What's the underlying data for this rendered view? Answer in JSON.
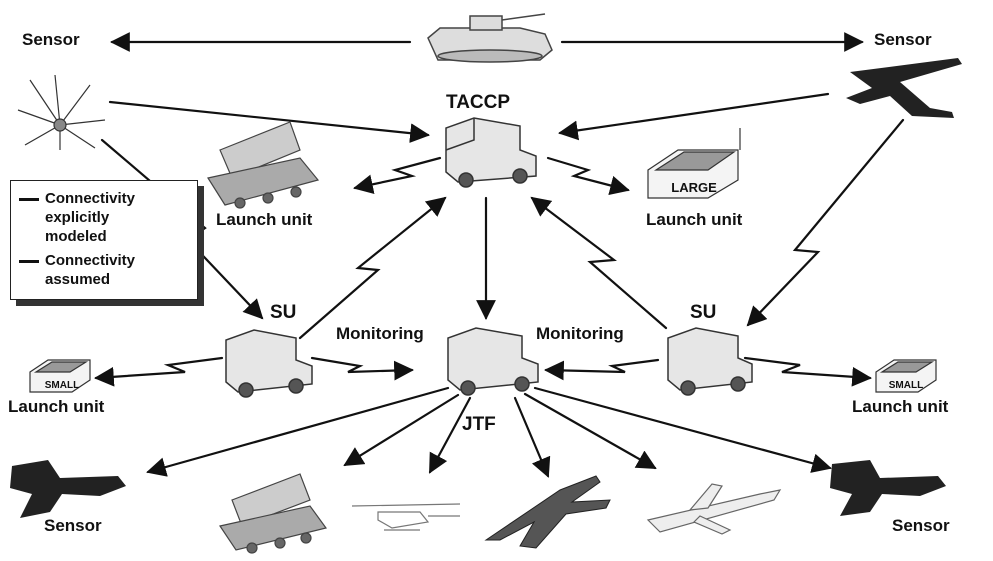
{
  "nodes": {
    "sensor_top_left": "Sensor",
    "sensor_top_right": "Sensor",
    "taccp": "TACCP",
    "launch_unit_left": "Launch unit",
    "launch_unit_right": "Launch unit",
    "large_box": "LARGE",
    "su_left": "SU",
    "su_right": "SU",
    "monitoring_left": "Monitoring",
    "monitoring_right": "Monitoring",
    "launch_unit_small_left": "Launch unit",
    "launch_unit_small_right": "Launch unit",
    "small_box_left": "SMALL",
    "small_box_right": "SMALL",
    "jtf": "JTF",
    "sensor_bottom_left": "Sensor",
    "sensor_bottom_right": "Sensor"
  },
  "legend": {
    "explicit": "Connectivity\nexplicitly\nmodeled",
    "assumed": "Connectivity\nassumed"
  }
}
